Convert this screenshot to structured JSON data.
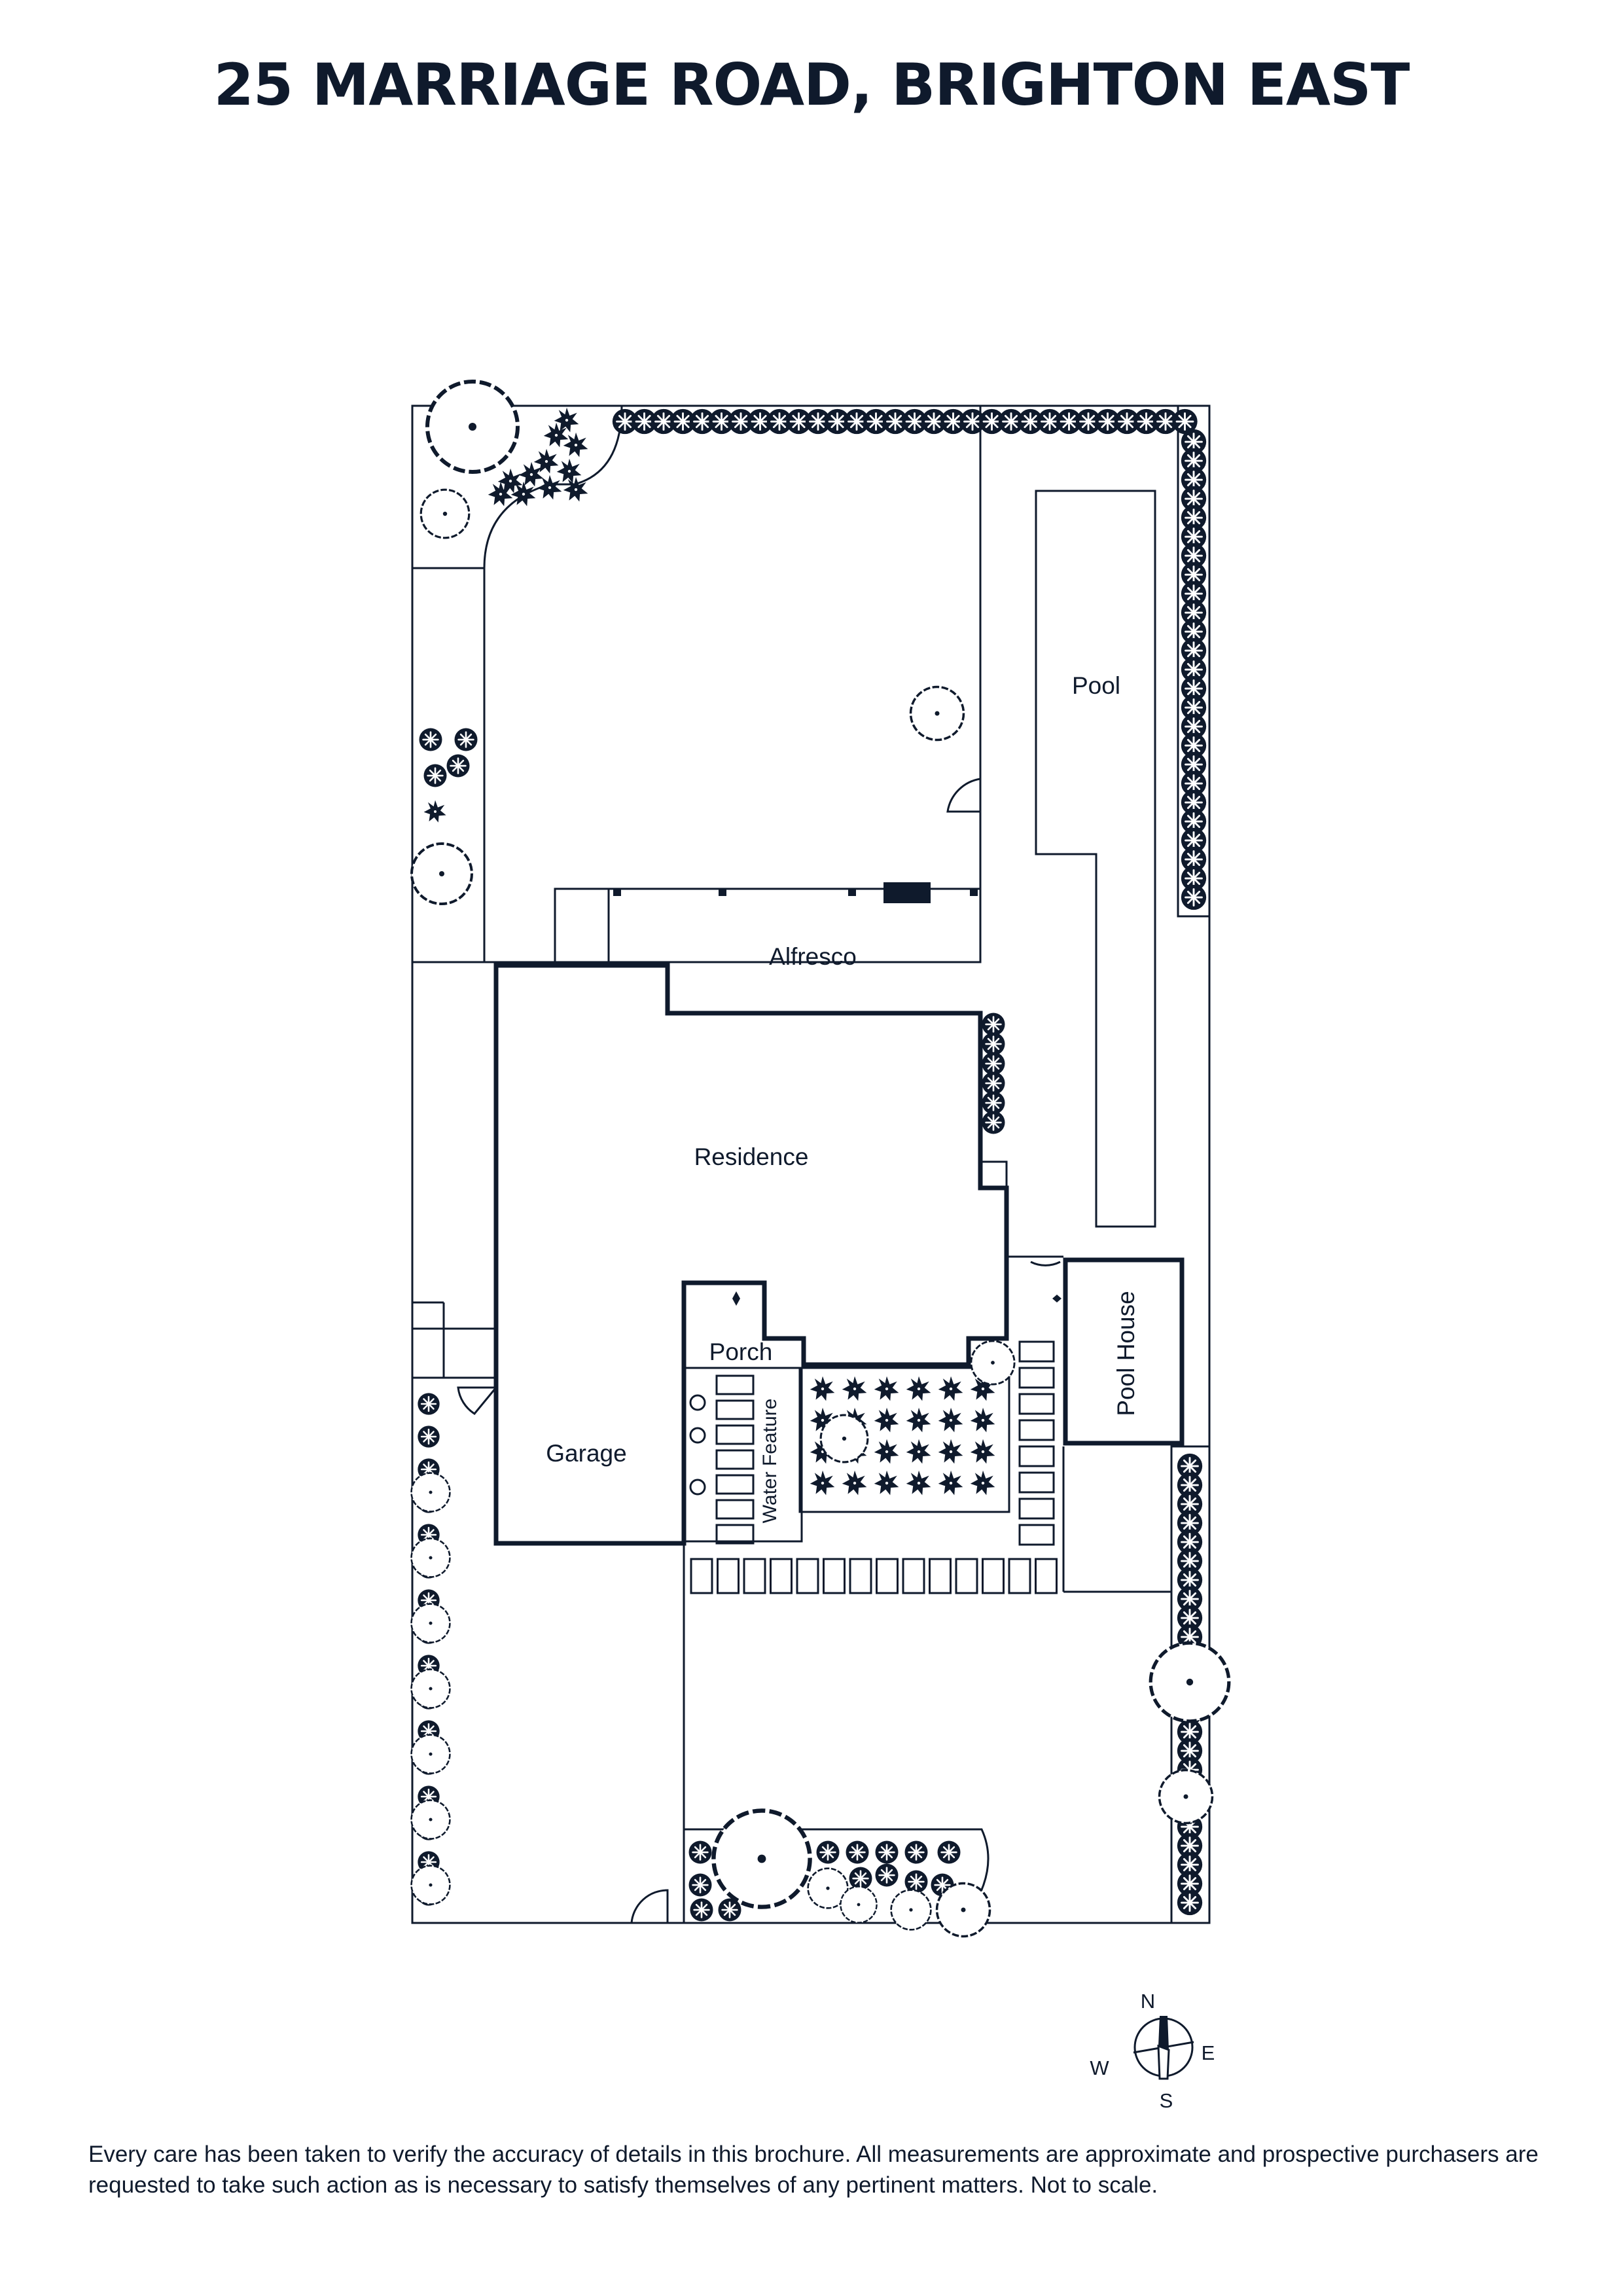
{
  "title": "25 MARRIAGE ROAD, BRIGHTON EAST",
  "labels": {
    "pool": "Pool",
    "alfresco": "Alfresco",
    "residence": "Residence",
    "porch": "Porch",
    "water_feature": "Water Feature",
    "garage": "Garage",
    "pool_house": "Pool House"
  },
  "compass": {
    "n": "N",
    "e": "E",
    "s": "S",
    "w": "W"
  },
  "disclaimer": "Every care has been taken to verify the accuracy of details in this brochure. All measurements are approximate and prospective purchasers are requested to take such action as is necessary to satisfy themselves of any pertinent matters. Not to scale.",
  "colors": {
    "ink": "#0f1a2c",
    "background": "#ffffff"
  },
  "icons": [
    "tree-icon",
    "shrub-icon",
    "hedge-shrub-icon",
    "compass-icon",
    "door-swing-icon"
  ]
}
